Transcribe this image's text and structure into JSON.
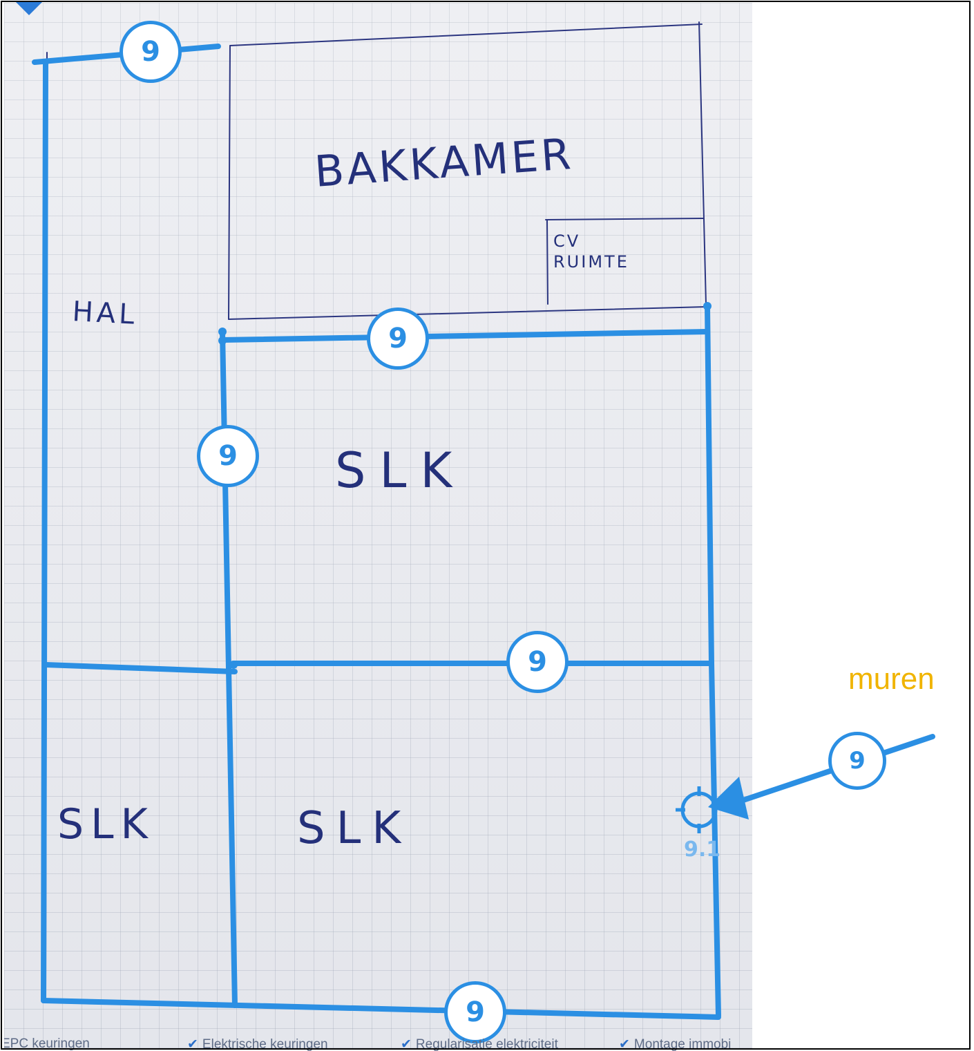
{
  "labels": {
    "bakkamer": "BAKKAMER",
    "cv_line1": "CV",
    "cv_line2": "RUIMTE",
    "hal": "HAL",
    "slk_top": "SLK",
    "slk_bottom_left": "SLK",
    "slk_bottom_right": "SLK"
  },
  "measurements": {
    "top_left": "9",
    "middle_top": "9",
    "left_vertical": "9",
    "middle_lower": "9",
    "right_arrow": "9",
    "bottom": "9"
  },
  "category_label": "muren",
  "target_readout": "9.1",
  "footer": [
    "EPC keuringen",
    "Elektrische keuringen",
    "Regularisatie elektriciteit",
    "Montage immobi"
  ],
  "colors": {
    "annotation_blue": "#2b8fe3",
    "pen_ink": "#24307a",
    "category_yellow": "#f0b400",
    "paper": "#e9eaef"
  }
}
